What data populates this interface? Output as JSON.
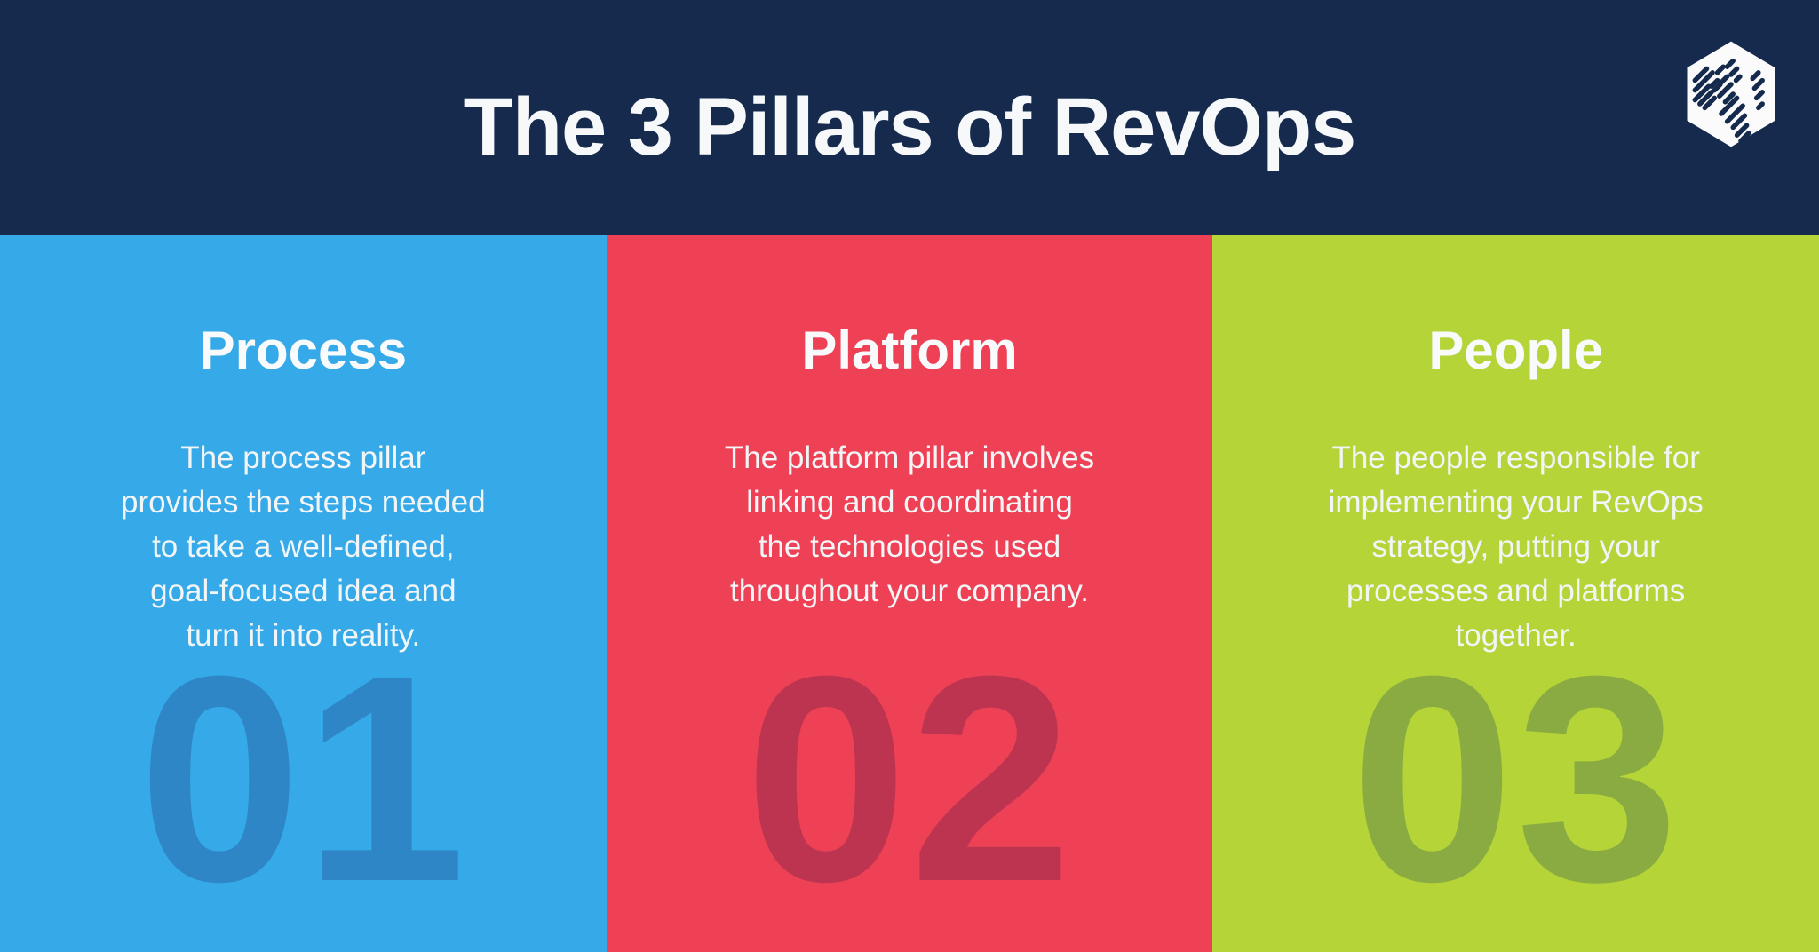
{
  "header": {
    "title": "The 3 Pillars of RevOps",
    "bg_color": "#152A4D",
    "logo_icon": "hexagon-hatched-logo",
    "title_color": "#F7F8FA"
  },
  "pillars": [
    {
      "number": "01",
      "title": "Process",
      "description_lines": [
        "The process pillar",
        "provides the steps needed",
        "to take a well-defined,",
        "goal-focused idea and",
        "turn it into reality."
      ],
      "bg_color": "#36A9E8",
      "number_color": "#2E86C6"
    },
    {
      "number": "02",
      "title": "Platform",
      "description_lines": [
        "The platform pillar involves",
        "linking and coordinating",
        "the technologies used",
        "throughout your company."
      ],
      "bg_color": "#EE4156",
      "number_color": "#BD3450"
    },
    {
      "number": "03",
      "title": "People",
      "description_lines": [
        "The people responsible for",
        "implementing your RevOps",
        "strategy, putting your",
        "processes and platforms",
        "together."
      ],
      "bg_color": "#B5D438",
      "number_color": "#8AAB41"
    }
  ]
}
